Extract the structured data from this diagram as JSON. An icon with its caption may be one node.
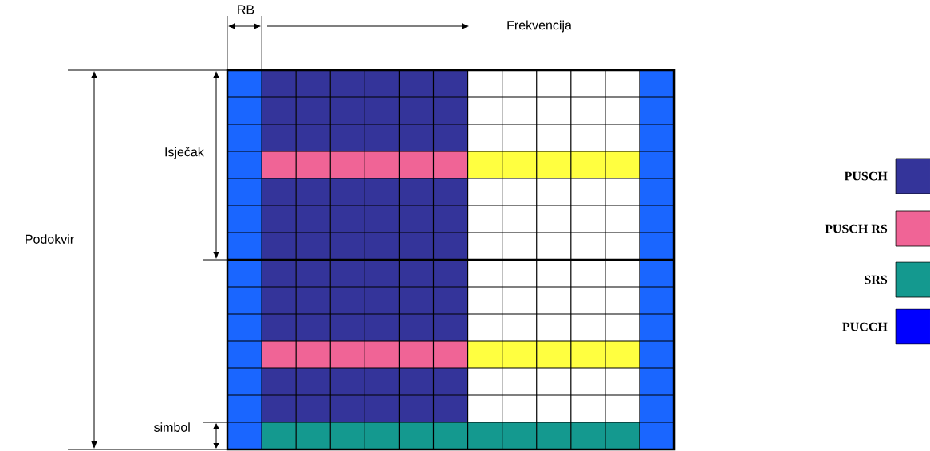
{
  "diagram": {
    "labels": [
      "RB",
      "Frekvencija",
      "Isječak",
      "Podokvir",
      "simbol"
    ],
    "legend": [
      {
        "text": "PUSCH",
        "color": "#34349a"
      },
      {
        "text": "PUSCH RS",
        "color": "#f06496"
      },
      {
        "text": "SRS",
        "color": "#14998f"
      },
      {
        "text": "PUCCH",
        "color": "#0000ff"
      }
    ]
  }
}
